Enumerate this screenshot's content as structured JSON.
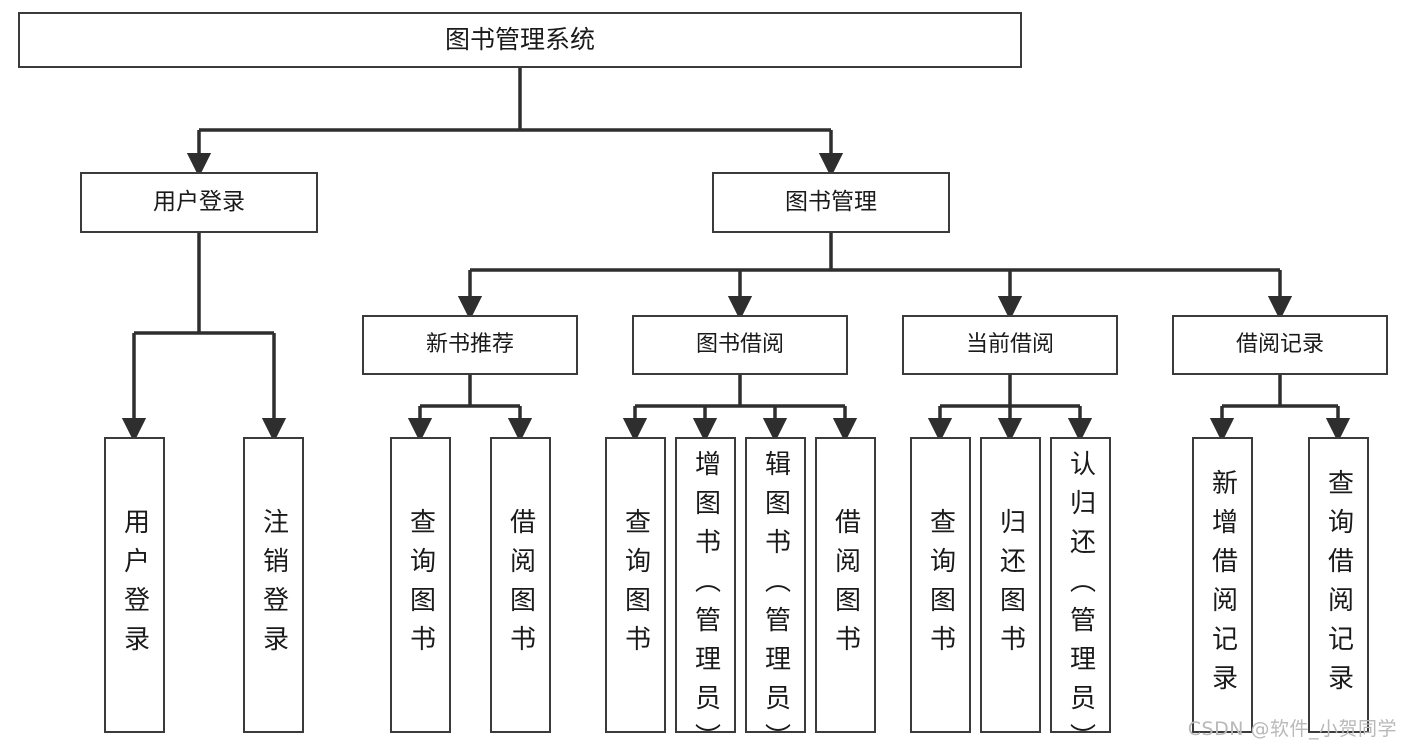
{
  "diagram": {
    "title": "图书管理系统",
    "type": "tree-hierarchy-chart",
    "watermark": "CSDN @软件_小贺同学",
    "colors": {
      "border": "#3b3b3b",
      "background": "#ffffff",
      "text": "#1a1a1a",
      "connector": "#2e2e2e",
      "watermark": "#b9b9b9"
    },
    "nodes": {
      "root": {
        "label": "图书管理系统"
      },
      "level1": [
        {
          "label": "用户登录"
        },
        {
          "label": "图书管理"
        }
      ],
      "level2": [
        {
          "label": "新书推荐"
        },
        {
          "label": "图书借阅"
        },
        {
          "label": "当前借阅"
        },
        {
          "label": "借阅记录"
        }
      ],
      "leaves": {
        "user_login": [
          {
            "label": "用户登录"
          },
          {
            "label": "注销登录"
          }
        ],
        "new_book_recommend": [
          {
            "label": "查询图书"
          },
          {
            "label": "借阅图书"
          }
        ],
        "book_borrow": [
          {
            "label": "查询图书"
          },
          {
            "label": "新增图书（管理员）"
          },
          {
            "label": "编辑图书（管理员）"
          },
          {
            "label": "借阅图书"
          }
        ],
        "current_borrow": [
          {
            "label": "查询图书"
          },
          {
            "label": "归还图书"
          },
          {
            "label": "确认归还（管理员）"
          }
        ],
        "borrow_record": [
          {
            "label": "新增借阅记录"
          },
          {
            "label": "查询借阅记录"
          }
        ]
      }
    }
  }
}
